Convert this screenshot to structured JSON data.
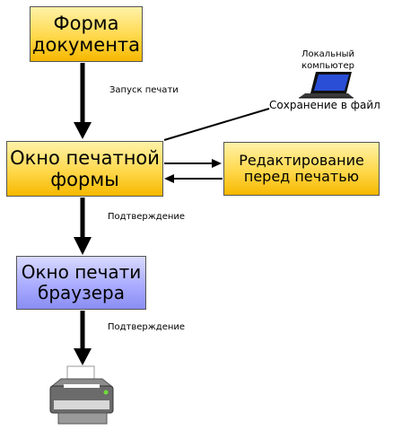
{
  "nodes": {
    "document_form": {
      "line1": "Форма",
      "line2": "документа"
    },
    "print_form_window": {
      "line1": "Окно печатной",
      "line2": "формы"
    },
    "edit_before_print": {
      "line1": "Редактирование",
      "line2": "перед печатью"
    },
    "browser_print_window": {
      "line1": "Окно печати",
      "line2": "браузера"
    }
  },
  "edges": {
    "start_print": "Запуск печати",
    "confirm_1": "Подтверждение",
    "confirm_2": "Подтверждение",
    "save_to_file": "Сохранение в файл"
  },
  "local_computer": {
    "line1": "Локальный",
    "line2": "компьютер"
  },
  "icons": [
    "laptop-icon",
    "printer-icon"
  ],
  "colors": {
    "yellow_box": "#ffd84a",
    "blue_box": "#a9acff",
    "arrow": "#000000"
  }
}
